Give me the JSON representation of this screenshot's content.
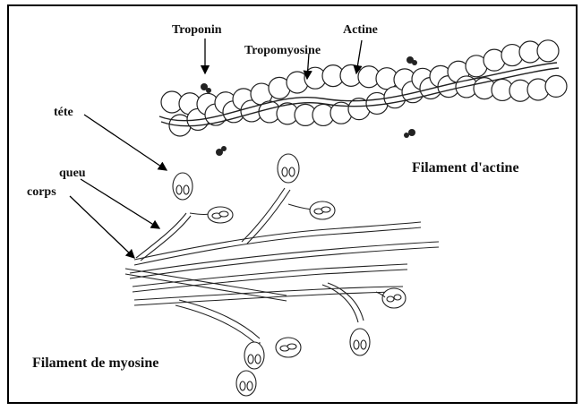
{
  "labels": {
    "troponin": "Troponin",
    "actine": "Actine",
    "tropomyosine": "Tropomyosine",
    "tete": "téte",
    "queu": "queu",
    "corps": "corps",
    "filament_actine": "Filament d'actine",
    "filament_myosine": "Filament de myosine"
  }
}
